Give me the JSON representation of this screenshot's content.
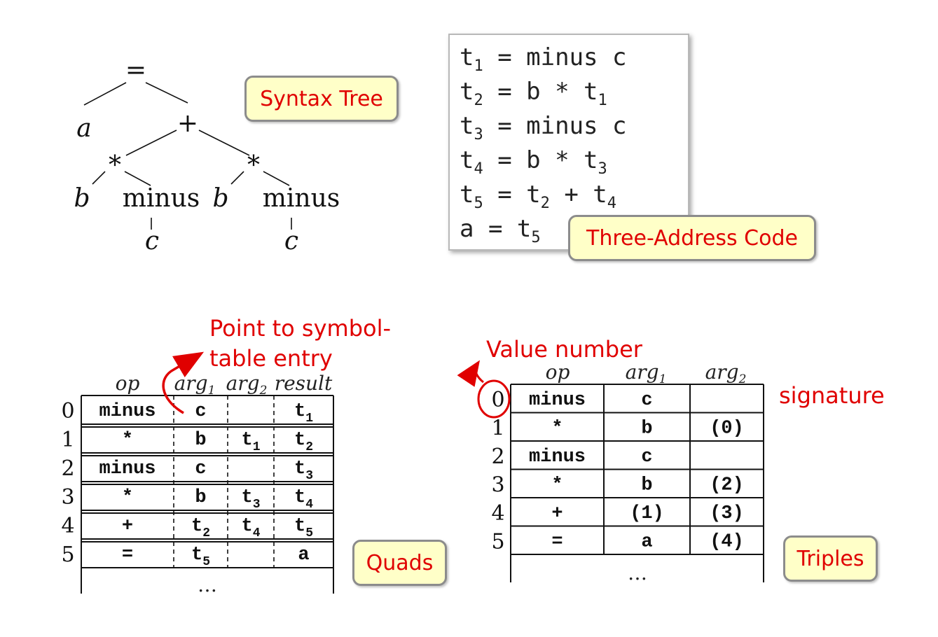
{
  "syntax_tree": {
    "root": "=",
    "left": "a",
    "plus": "+",
    "star1": "*",
    "star2": "*",
    "b1": "b",
    "b2": "b",
    "minus1": "minus",
    "minus2": "minus",
    "c1": "c",
    "c2": "c"
  },
  "labels": {
    "syntax_tree": "Syntax Tree",
    "three_address": "Three-Address Code",
    "quads": "Quads",
    "triples": "Triples",
    "point_to_line1": "Point to symbol-",
    "point_to_line2": "table entry",
    "value_number": "Value number",
    "signature": "signature"
  },
  "three_address_code": [
    {
      "lhs": "t",
      "lhs_sub": "1",
      "rhs": "minus c",
      "rhs_parts": []
    },
    {
      "lhs": "t",
      "lhs_sub": "2",
      "rhs": "b * t",
      "rhs_sub": "1"
    },
    {
      "lhs": "t",
      "lhs_sub": "3",
      "rhs": "minus c",
      "rhs_parts": []
    },
    {
      "lhs": "t",
      "lhs_sub": "4",
      "rhs": "b * t",
      "rhs_sub": "3"
    },
    {
      "lhs": "t",
      "lhs_sub": "5",
      "rhs": "t",
      "rhs_sub": "2",
      "rhs2": " + t",
      "rhs2_sub": "4"
    },
    {
      "lhs": "a",
      "lhs_sub": "",
      "rhs": "t",
      "rhs_sub": "5"
    }
  ],
  "quads": {
    "headers": {
      "op": "op",
      "arg1": "arg",
      "arg1_sub": "1",
      "arg2": "arg",
      "arg2_sub": "2",
      "result": "result"
    },
    "rows": [
      {
        "num": "0",
        "op": "minus",
        "arg1": "c",
        "arg1_sub": "",
        "arg2": "",
        "arg2_sub": "",
        "result": "t",
        "result_sub": "1"
      },
      {
        "num": "1",
        "op": "*",
        "arg1": "b",
        "arg1_sub": "",
        "arg2": "t",
        "arg2_sub": "1",
        "result": "t",
        "result_sub": "2"
      },
      {
        "num": "2",
        "op": "minus",
        "arg1": "c",
        "arg1_sub": "",
        "arg2": "",
        "arg2_sub": "",
        "result": "t",
        "result_sub": "3"
      },
      {
        "num": "3",
        "op": "*",
        "arg1": "b",
        "arg1_sub": "",
        "arg2": "t",
        "arg2_sub": "3",
        "result": "t",
        "result_sub": "4"
      },
      {
        "num": "4",
        "op": "+",
        "arg1": "t",
        "arg1_sub": "2",
        "arg2": "t",
        "arg2_sub": "4",
        "result": "t",
        "result_sub": "5"
      },
      {
        "num": "5",
        "op": "=",
        "arg1": "t",
        "arg1_sub": "5",
        "arg2": "",
        "arg2_sub": "",
        "result": "a",
        "result_sub": ""
      }
    ],
    "ellipsis": "…"
  },
  "triples": {
    "headers": {
      "op": "op",
      "arg1": "arg",
      "arg1_sub": "1",
      "arg2": "arg",
      "arg2_sub": "2"
    },
    "rows": [
      {
        "num": "0",
        "op": "minus",
        "arg1": "c",
        "arg2": ""
      },
      {
        "num": "1",
        "op": "*",
        "arg1": "b",
        "arg2": "(0)"
      },
      {
        "num": "2",
        "op": "minus",
        "arg1": "c",
        "arg2": ""
      },
      {
        "num": "3",
        "op": "*",
        "arg1": "b",
        "arg2": "(2)"
      },
      {
        "num": "4",
        "op": "+",
        "arg1": "(1)",
        "arg2": "(3)"
      },
      {
        "num": "5",
        "op": "=",
        "arg1": "a",
        "arg2": "(4)"
      }
    ],
    "ellipsis": "…"
  },
  "colors": {
    "accent_red": "#e00000",
    "callout_fill": "#ffffc8",
    "callout_border": "#8c8c8c"
  }
}
